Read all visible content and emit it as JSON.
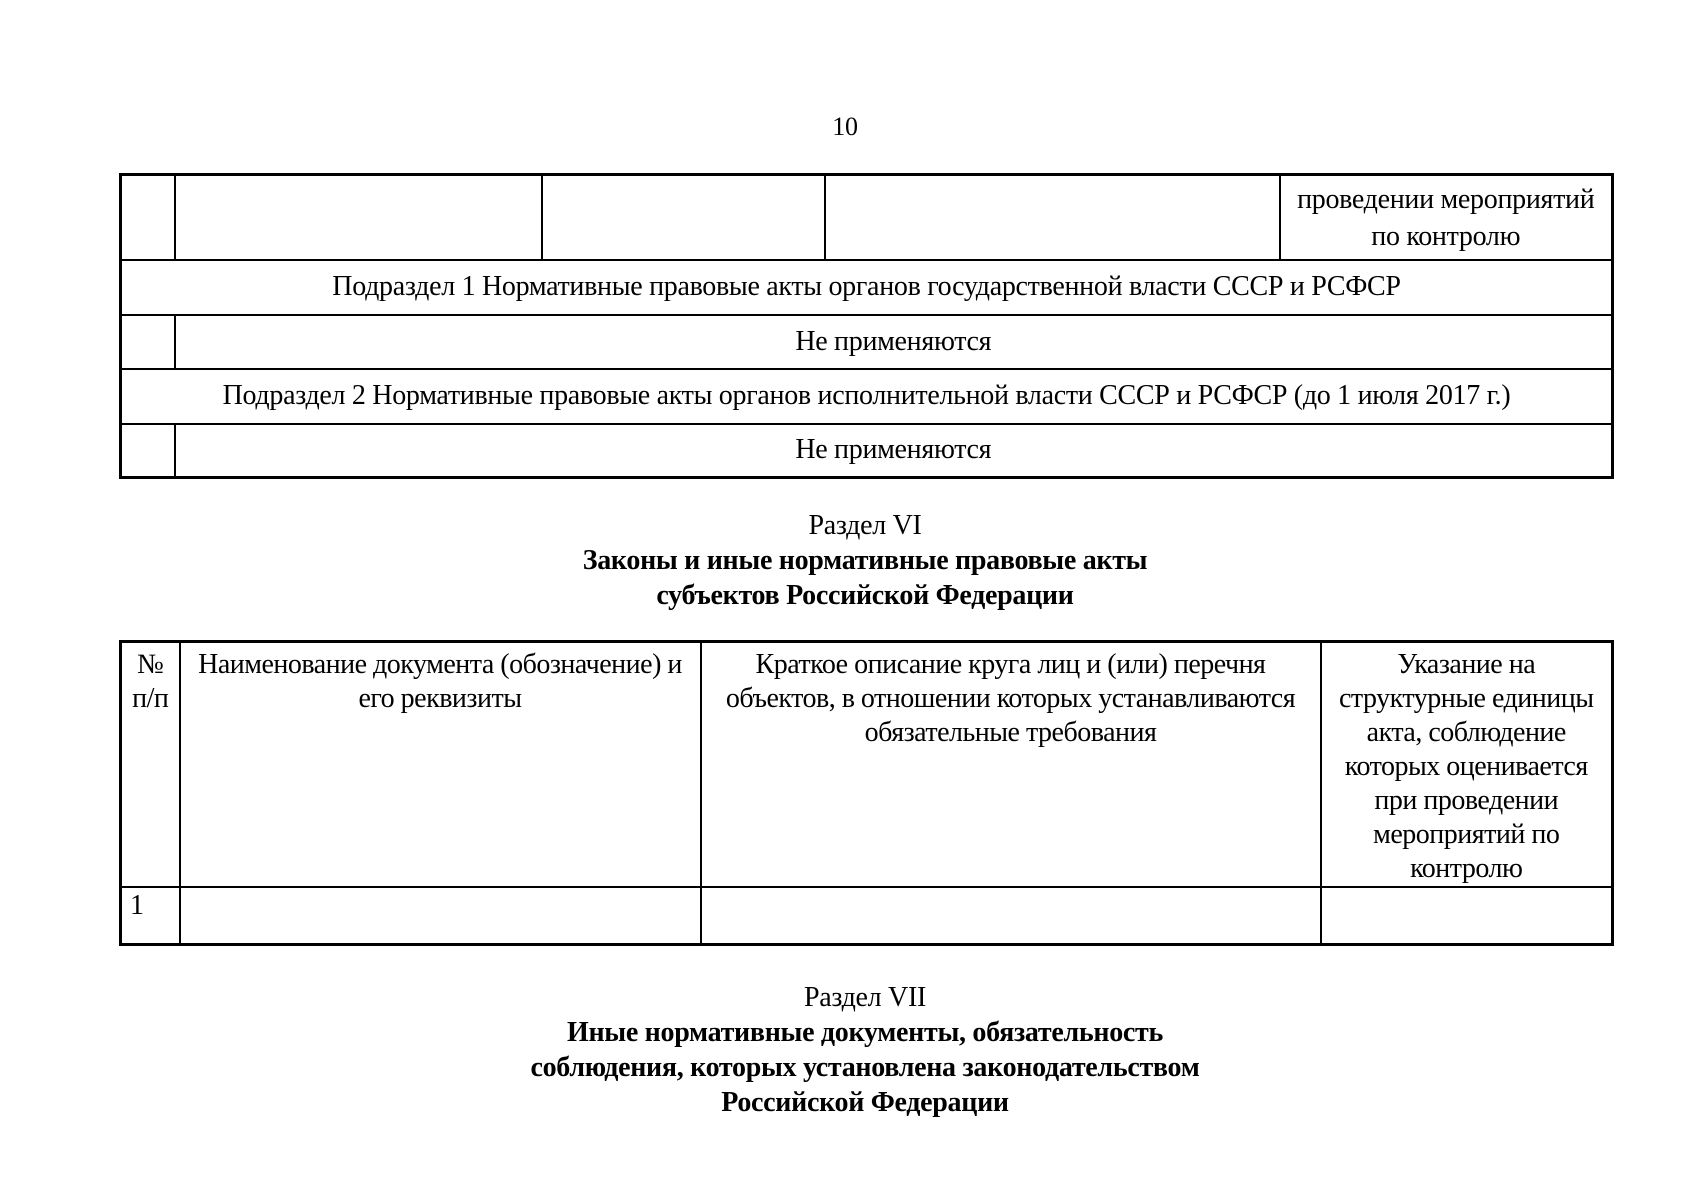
{
  "page": {
    "number": "10"
  },
  "table1": {
    "continuation_row": {
      "col5_text": "проведении мероприятий по контролю"
    },
    "subsection1": "Подраздел 1 Нормативные правовые акты органов государственной власти СССР и РСФСР",
    "subsection1_value": "Не применяются",
    "subsection2": "Подраздел 2 Нормативные правовые акты органов исполнительной власти СССР и РСФСР (до 1 июля 2017 г.)",
    "subsection2_value": "Не применяются"
  },
  "section6": {
    "label": "Раздел VI",
    "title_line1": "Законы и иные нормативные правовые акты",
    "title_line2": "субъектов Российской Федерации"
  },
  "table2": {
    "headers": {
      "num": "№ п/п",
      "doc_name": "Наименование документа (обозначение) и его реквизиты",
      "description": "Краткое описание круга лиц и (или) перечня объектов, в отношении которых устанавливаются обязательные требования",
      "structural_units": "Указание на структурные единицы акта, соблюдение которых оценивается при проведении мероприятий по контролю"
    },
    "row1": {
      "num": "1",
      "doc_name": "",
      "description": "",
      "structural_units": ""
    }
  },
  "section7": {
    "label": "Раздел VII",
    "title_line1": "Иные нормативные документы, обязательность",
    "title_line2": "соблюдения, которых установлена законодательством",
    "title_line3": "Российской Федерации"
  }
}
